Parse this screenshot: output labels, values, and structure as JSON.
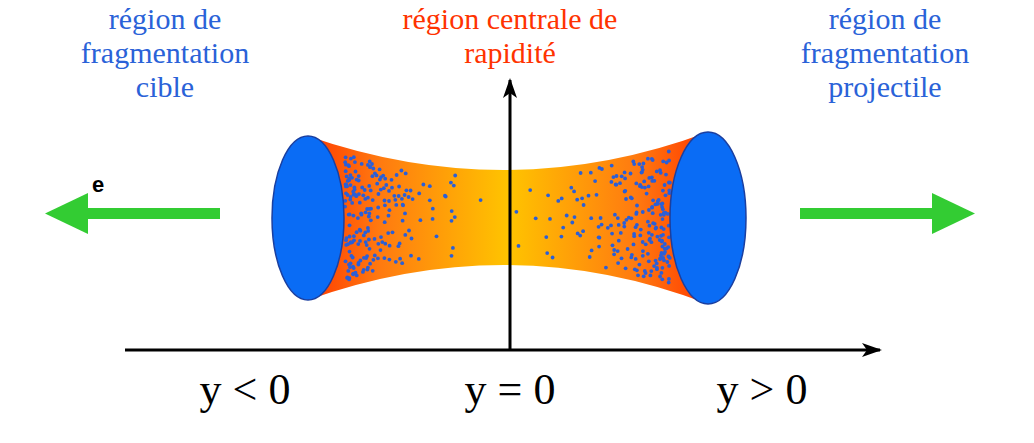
{
  "diagram": {
    "labels": [
      "région de fragmentation cible",
      "région centrale de rapidité",
      "région de fragmentation projectile",
      "e",
      "y < 0",
      "y = 0",
      "y > 0"
    ]
  }
}
